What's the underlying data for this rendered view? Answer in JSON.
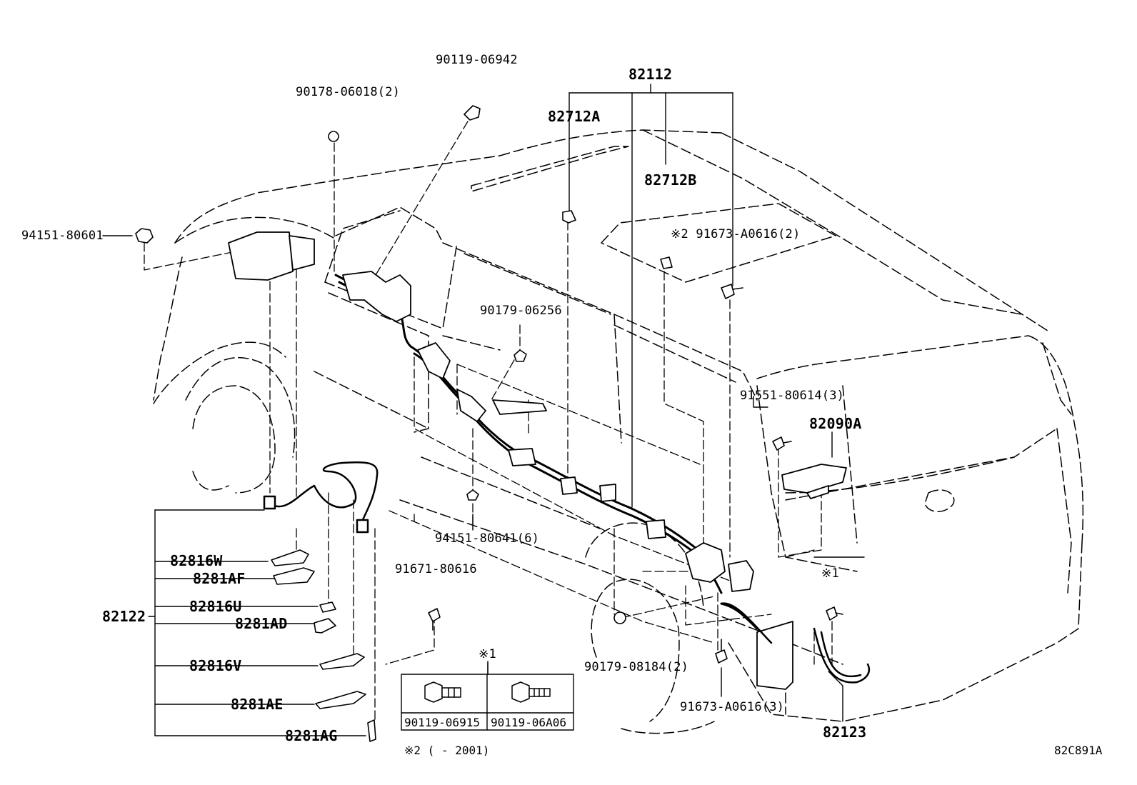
{
  "diagram": {
    "labels": {
      "p90119_06942": "90119-06942",
      "p90178_06018": "90178-06018(2)",
      "p82112": "82112",
      "p82712A": "82712A",
      "p82712B": "82712B",
      "p94151_80601": "94151-80601",
      "p91673_a0616_2": "※2 91673-A0616(2)",
      "p90179_06256": "90179-06256",
      "p91551_80614": "91551-80614(3)",
      "p82090A": "82090A",
      "p94151_80641": "94151-80641(6)",
      "p91671_80616": "91671-80616",
      "p82816W": "82816W",
      "p8281AF": "8281AF",
      "p82816U": "82816U",
      "p82122": "82122",
      "p8281AD": "8281AD",
      "p82816V": "82816V",
      "p8281AE": "8281AE",
      "p8281AG": "8281AG",
      "p90179_08184": "90179-08184(2)",
      "p91673_a0616_3": "91673-A0616(3)",
      "p82123": "82123",
      "note1_mark": "※1",
      "note1_mark_right": "※1"
    },
    "note_table": {
      "left_part": "90119-06915",
      "right_part": "90119-06A06"
    },
    "footnote": "※2 (   - 2001)",
    "diagram_code": "82C891A"
  }
}
